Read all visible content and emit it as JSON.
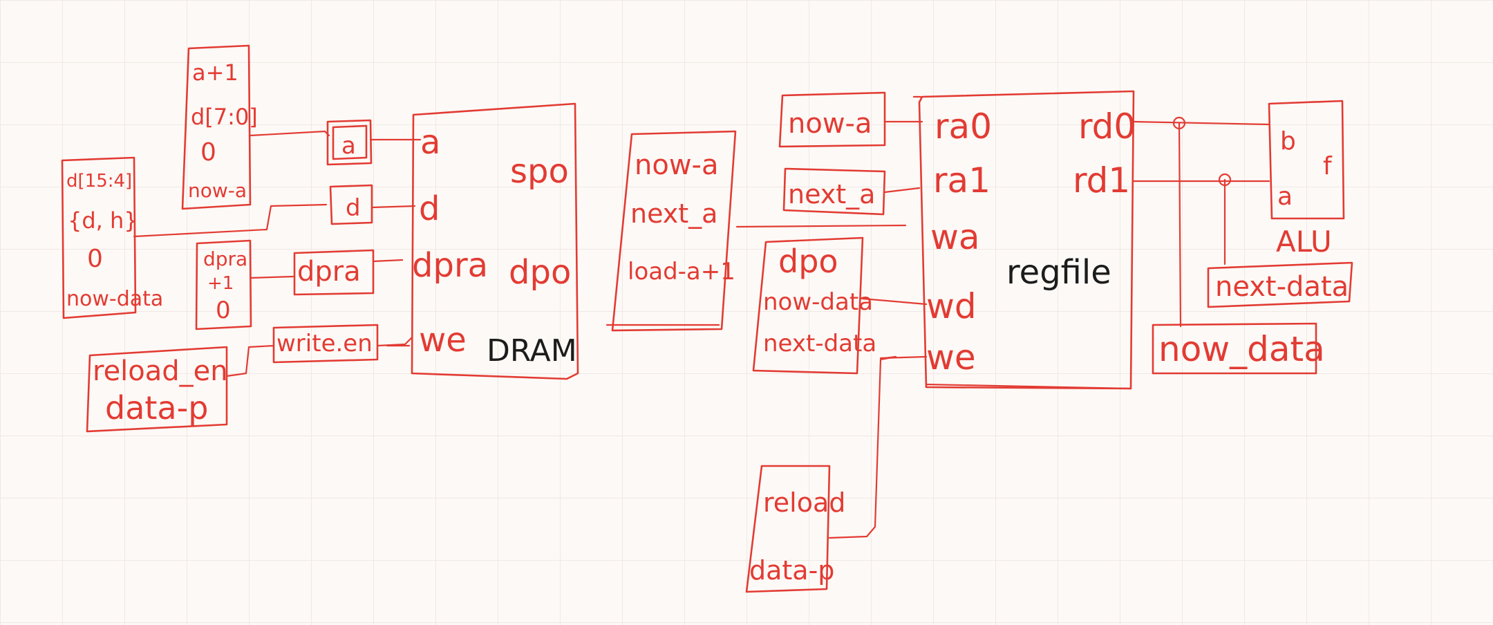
{
  "colors": {
    "ink": "#e23b33",
    "ink_dark": "#1c1c1c",
    "background": "#fdf9f6"
  },
  "mux_a_inputs": [
    "a+1",
    "d[7:0]",
    "0",
    "now-a"
  ],
  "mux_d_inputs": [
    "d[15:4]",
    "{d, h}",
    "0",
    "now-data"
  ],
  "mux_dpra_inputs": [
    "dpra",
    "+1",
    "0"
  ],
  "reg_a": "a",
  "reg_d": "d",
  "reg_dpra": "dpra",
  "reg_write_en": "write.en",
  "mux_we_inputs": [
    "reload_en",
    "data-p"
  ],
  "dram": {
    "name": "DRAM",
    "port_a": "a",
    "port_d": "d",
    "port_dpra": "dpra",
    "port_we": "we",
    "port_spo": "spo",
    "port_dpo": "dpo"
  },
  "mux_ra_inputs": [
    "now-a",
    "next_a",
    "load-a+1"
  ],
  "src_now_a": "now-a",
  "src_next_a": "next_a",
  "mux_wd_inputs": [
    "dpo",
    "now-data",
    "next-data"
  ],
  "mux_reload_inputs": [
    "reload",
    "data-p"
  ],
  "regfile": {
    "name": "regfile",
    "port_ra0": "ra0",
    "port_ra1": "ra1",
    "port_wa": "wa",
    "port_wd": "wd",
    "port_we": "we",
    "port_rd0": "rd0",
    "port_rd1": "rd1"
  },
  "alu": {
    "name": "ALU",
    "port_b": "b",
    "port_a": "a",
    "port_f": "f"
  },
  "out_next_data": "next-data",
  "out_now_data": "now_data"
}
